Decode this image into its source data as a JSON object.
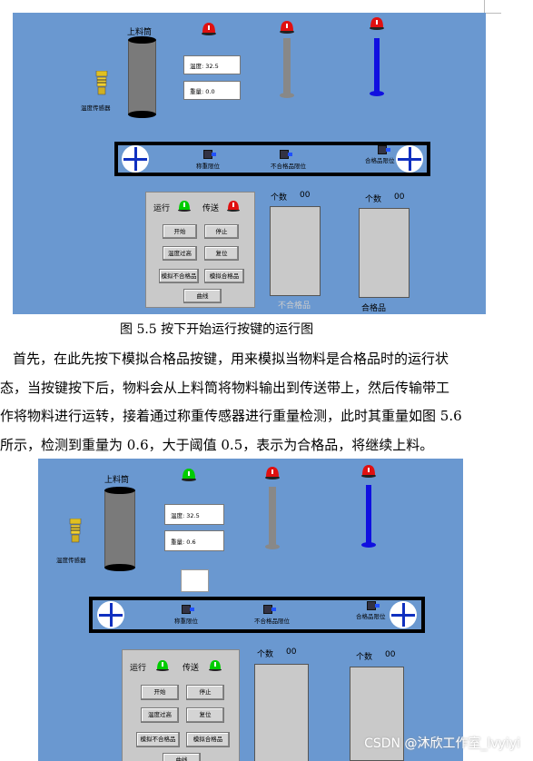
{
  "figure1": {
    "hopper_label": "上料筒",
    "temp_sensor_label": "温度传感器",
    "temperature_readout": "温度: 32.5",
    "weight_readout": "重量: 0.0",
    "conveyor_labels": [
      "称重限位",
      "不合格品限位",
      "合格品限位"
    ],
    "run_label": "运行",
    "convey_label": "传送",
    "buttons": [
      "开始",
      "停止",
      "温度过高",
      "复位",
      "模拟不合格品",
      "模拟合格品",
      "曲线"
    ],
    "count_reject_label": "个数",
    "count_reject_value": "00",
    "count_pass_label": "个数",
    "count_pass_value": "00",
    "bin_reject_label": "不合格品",
    "bin_pass_label": "合格品",
    "run_lamp_color": "#00cc00",
    "convey_lamp_color": "#e01010"
  },
  "caption": "图 5.5 按下开始运行按键的运行图",
  "paragraph_lines": [
    "首先，在此先按下模拟合格品按键，用来模拟当物料是合格品时的运行状",
    "态，当按键按下后，物料会从上料筒将物料输出到传送带上，然后传输带工",
    "作将物料进行运转，接着通过称重传感器进行重量检测，此时其重量如图 5.6",
    "所示，检测到重量为 0.6，大于阈值 0.5，表示为合格品，将继续上料。"
  ],
  "figure2": {
    "hopper_label": "上料筒",
    "temp_sensor_label": "温度传感器",
    "temperature_readout": "温度: 32.5",
    "weight_readout": "重量: 0.6",
    "conveyor_labels": [
      "称重限位",
      "不合格品限位",
      "合格品限位"
    ],
    "run_label": "运行",
    "convey_label": "传送",
    "buttons": [
      "开始",
      "停止",
      "温度过高",
      "复位",
      "模拟不合格品",
      "模拟合格品",
      "曲线"
    ],
    "count_reject_label": "个数",
    "count_reject_value": "00",
    "count_pass_label": "个数",
    "count_pass_value": "00",
    "run_lamp_color": "#00cc00",
    "convey_lamp_color": "#00cc00"
  },
  "watermark": "CSDN @沐欣工作室_lvyiyi"
}
